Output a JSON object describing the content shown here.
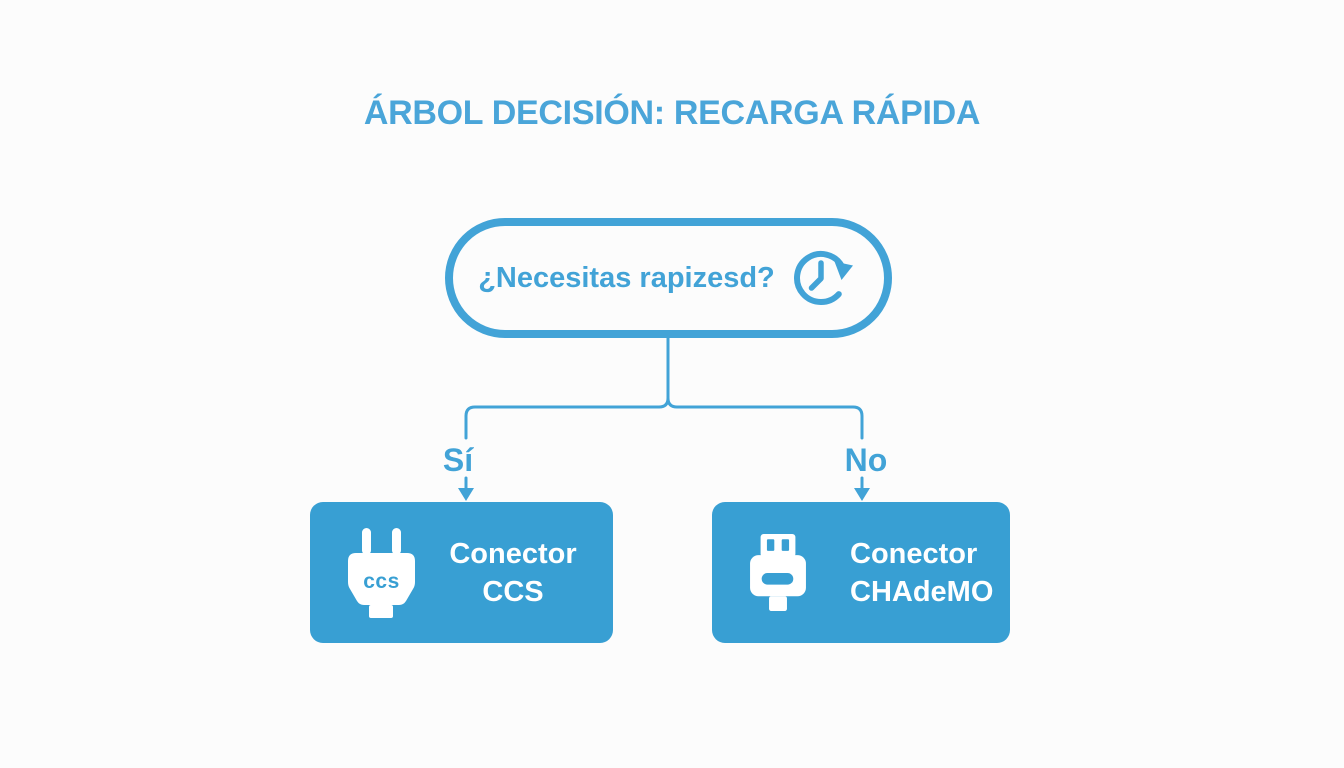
{
  "title": "ÁRBOL DECISIÓN: RECARGA RÁPIDA",
  "decision_node": {
    "question": "¿Necesitas rapizesd?",
    "icon": "clock-arrow-icon"
  },
  "branches": [
    {
      "answer": "Sí",
      "node": {
        "line1": "Conector",
        "line2": "CCS",
        "icon": "ccs-plug-icon",
        "icon_label": "ccs"
      }
    },
    {
      "answer": "No",
      "node": {
        "line1": "Conector",
        "line2": "CHAdeMO",
        "icon": "chademo-plug-icon"
      }
    }
  ],
  "colors": {
    "accent_blue": "#42a3d7",
    "title_text": "#4aa5d9",
    "box_fill": "#389fd3",
    "text_on_blue": "#ffffff",
    "background": "#fcfcfc"
  }
}
